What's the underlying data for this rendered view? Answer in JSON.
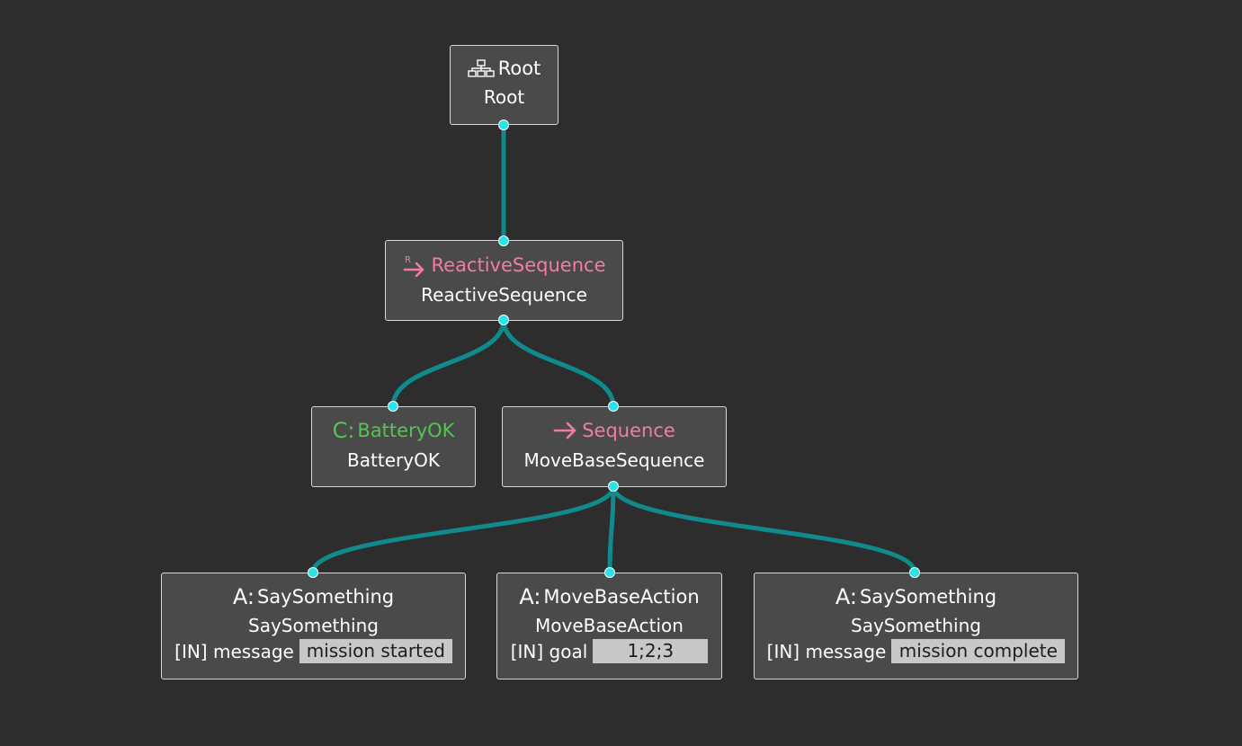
{
  "colors": {
    "background": "#2d2d2d",
    "node_fill": "#4a4a4a",
    "node_border": "#d8d8d8",
    "edge": "#108a8c",
    "port_dot": "#27e4e8",
    "control": "#f47aa5",
    "condition": "#52c552",
    "value_fill": "#c8c8c8"
  },
  "nodes": {
    "root": {
      "icon": "tree-icon",
      "type": "Root",
      "instance": "Root"
    },
    "reactive": {
      "icon": "reactive-sequence-icon",
      "type": "ReactiveSequence",
      "instance": "ReactiveSequence"
    },
    "battery": {
      "prefix": "C:",
      "type": "BatteryOK",
      "instance": "BatteryOK"
    },
    "sequence": {
      "icon": "arrow-right-icon",
      "type": "Sequence",
      "instance": "MoveBaseSequence"
    },
    "say1": {
      "prefix": "A:",
      "type": "SaySomething",
      "instance": "SaySomething",
      "port_label": "[IN] message",
      "port_value": "mission started"
    },
    "move": {
      "prefix": "A:",
      "type": "MoveBaseAction",
      "instance": "MoveBaseAction",
      "port_label": "[IN] goal",
      "port_value": "1;2;3"
    },
    "say2": {
      "prefix": "A:",
      "type": "SaySomething",
      "instance": "SaySomething",
      "port_label": "[IN] message",
      "port_value": "mission complete"
    }
  }
}
